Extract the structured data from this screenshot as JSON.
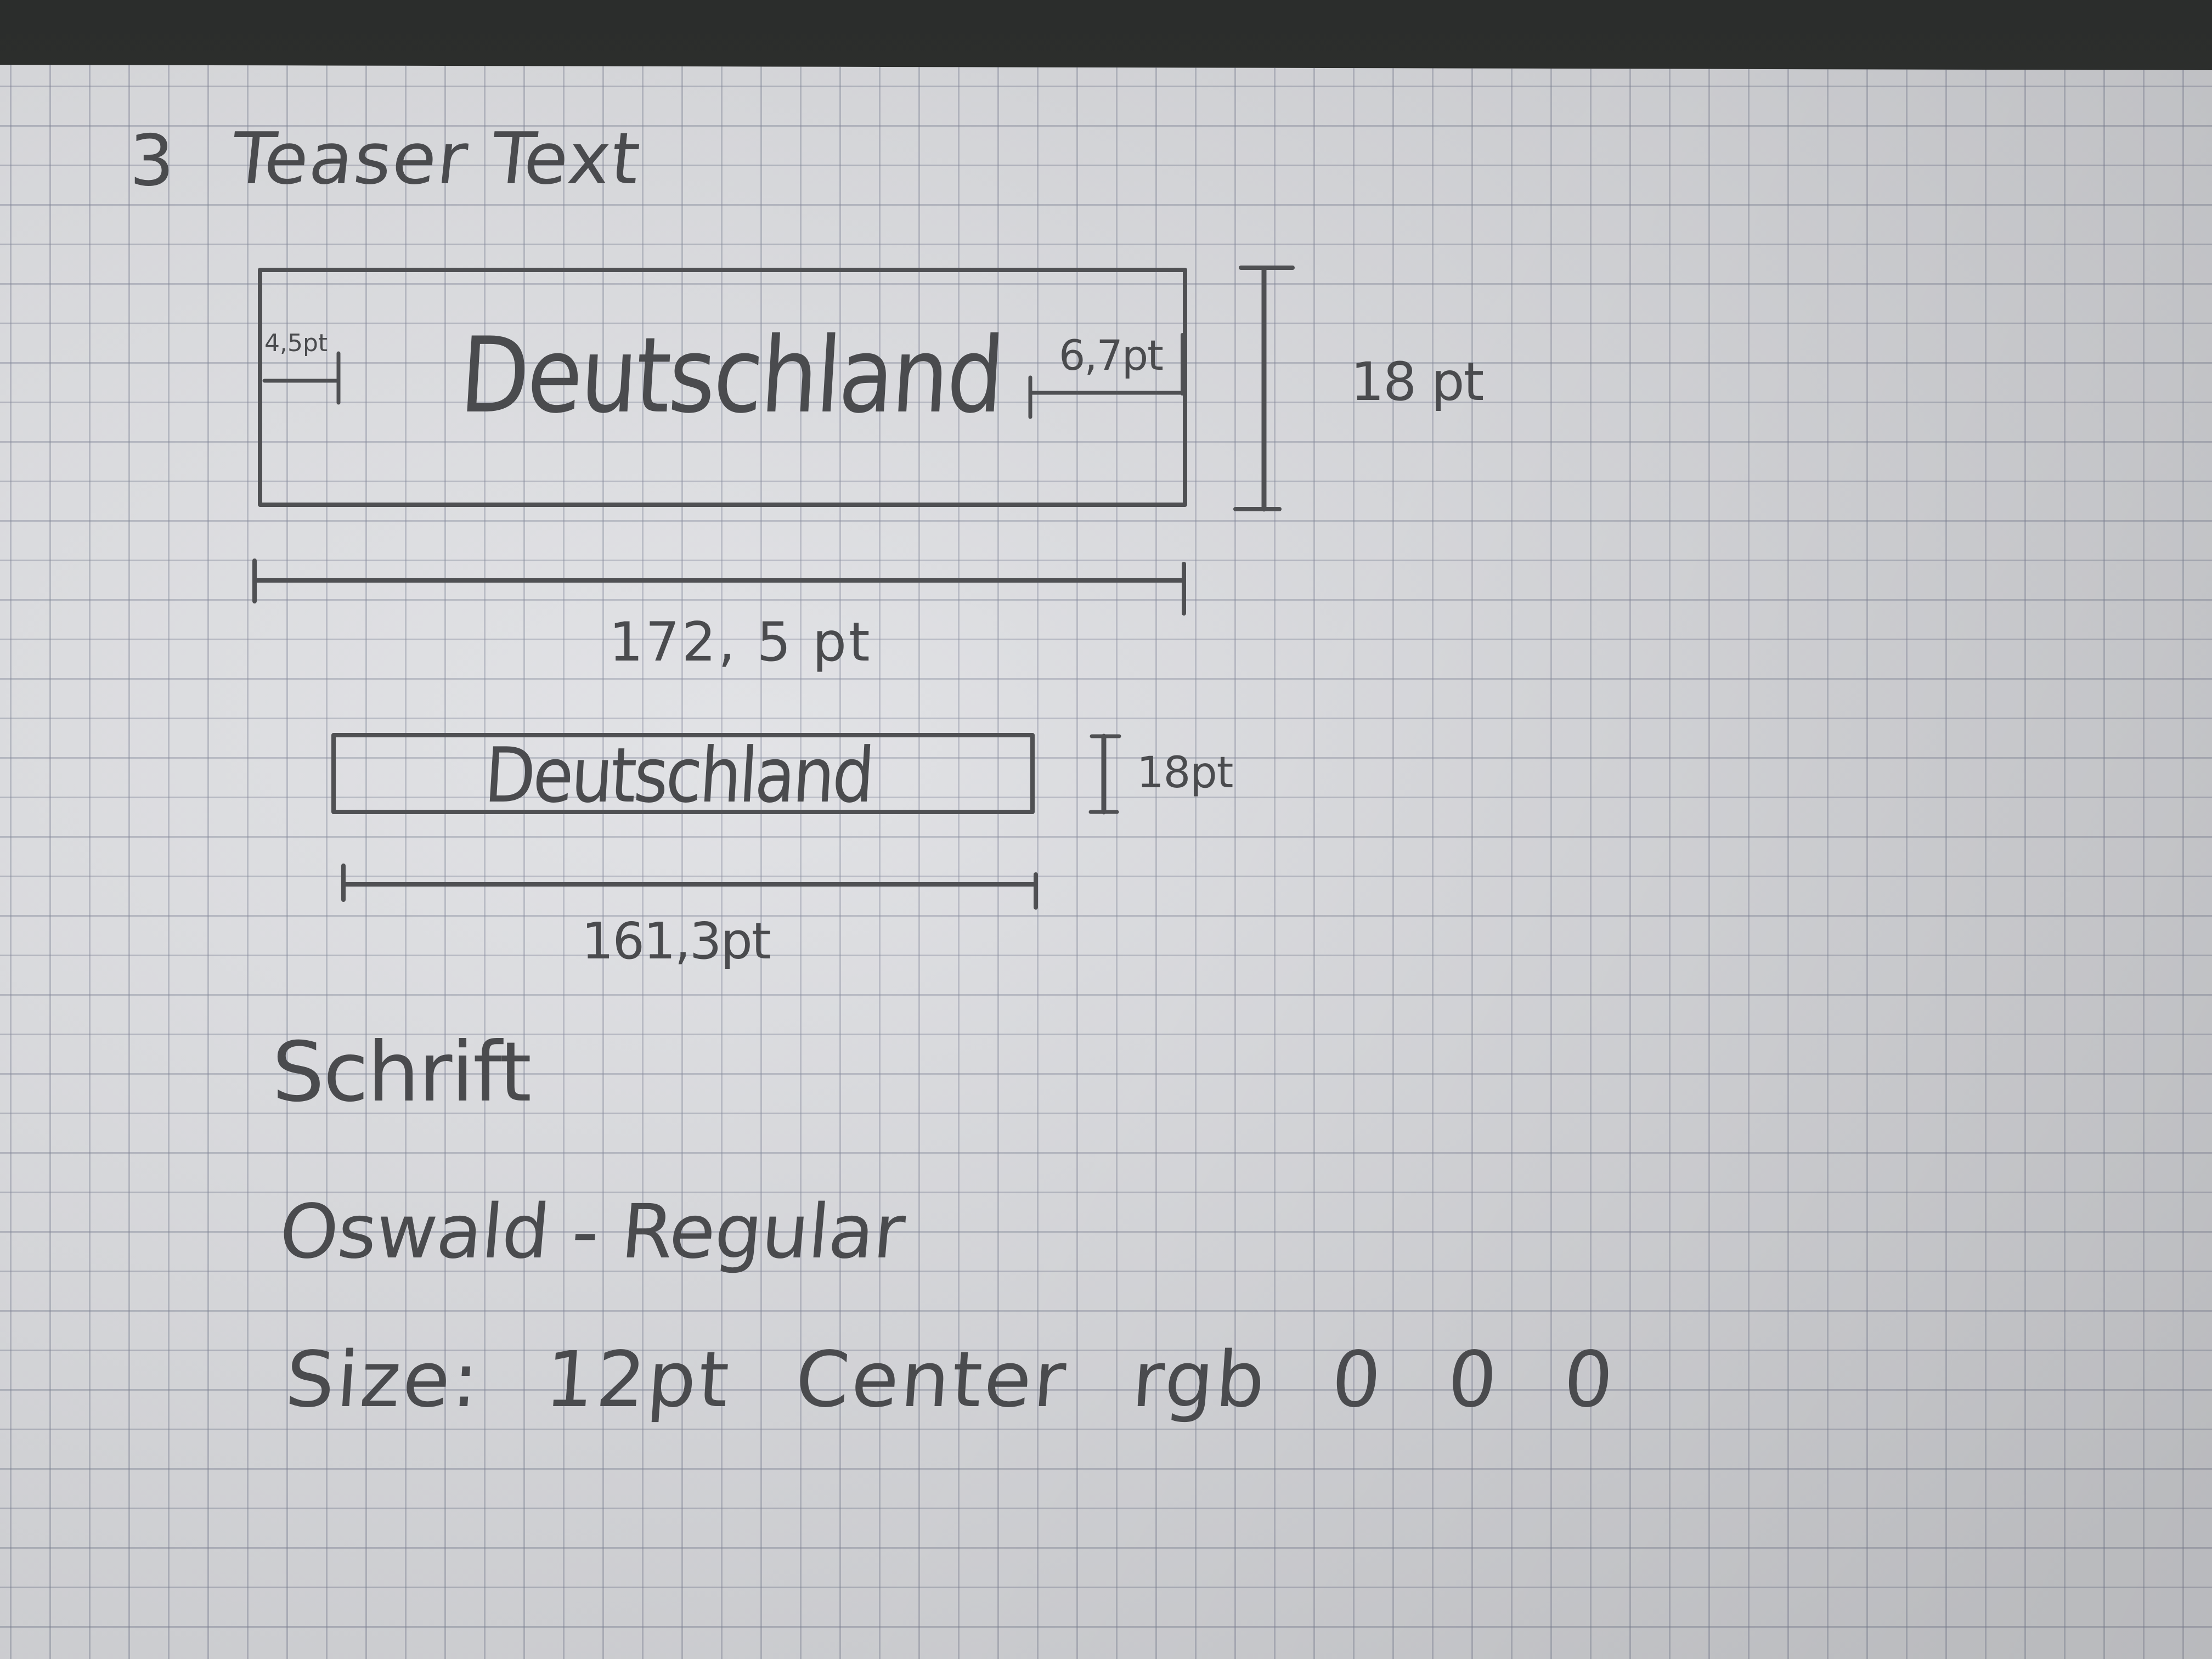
{
  "sketch": {
    "section_number": "3",
    "section_title": "Teaser Text",
    "teaser_box": {
      "label": "Deutschland",
      "left_padding": "4,5pt",
      "right_padding": "6,7pt",
      "height": "18 pt",
      "width": "172, 5 pt"
    },
    "text_box": {
      "label": "Deutschland",
      "height": "18pt",
      "width": "161,3pt"
    },
    "font_spec": {
      "heading": "Schrift",
      "font_name": "Oswald - Regular",
      "details": "Size: 12pt Center rgb 0 0 0"
    }
  },
  "colors": {
    "paper": "#dfe0e4",
    "ink": "#4a4b4e",
    "grid": "#8b90a0"
  }
}
